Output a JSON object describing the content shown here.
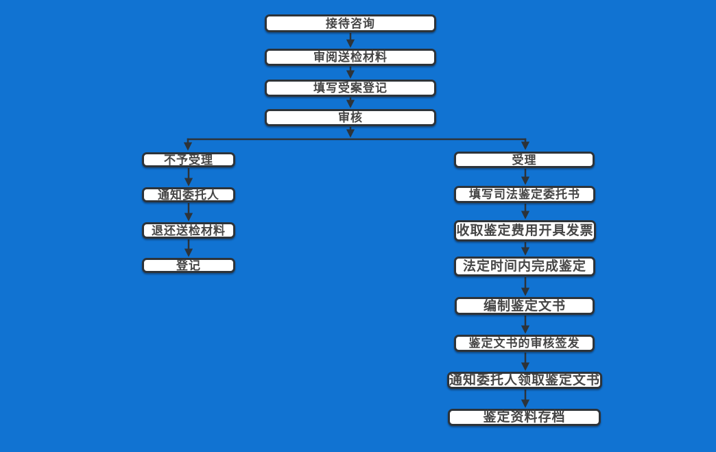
{
  "flowchart": {
    "colors": {
      "background": "#1173d2",
      "node_fill": "#ffffff",
      "node_border": "#2d3339",
      "arrow": "#2d3339",
      "node_text": "#454545"
    },
    "main_column": {
      "nodes": [
        "接待咨询",
        "审阅送检材料",
        "填写受案登记",
        "审核"
      ]
    },
    "left_branch": {
      "nodes": [
        "不予受理",
        "通知委托人",
        "退还送检材料",
        "登记"
      ]
    },
    "right_branch": {
      "nodes": [
        "受理",
        "填写司法鉴定委托书",
        "收取鉴定费用开具发票",
        "法定时间内完成鉴定",
        "编制鉴定文书",
        "鉴定文书的审核签发",
        "通知委托人领取鉴定文书",
        "鉴定资料存档"
      ]
    }
  }
}
